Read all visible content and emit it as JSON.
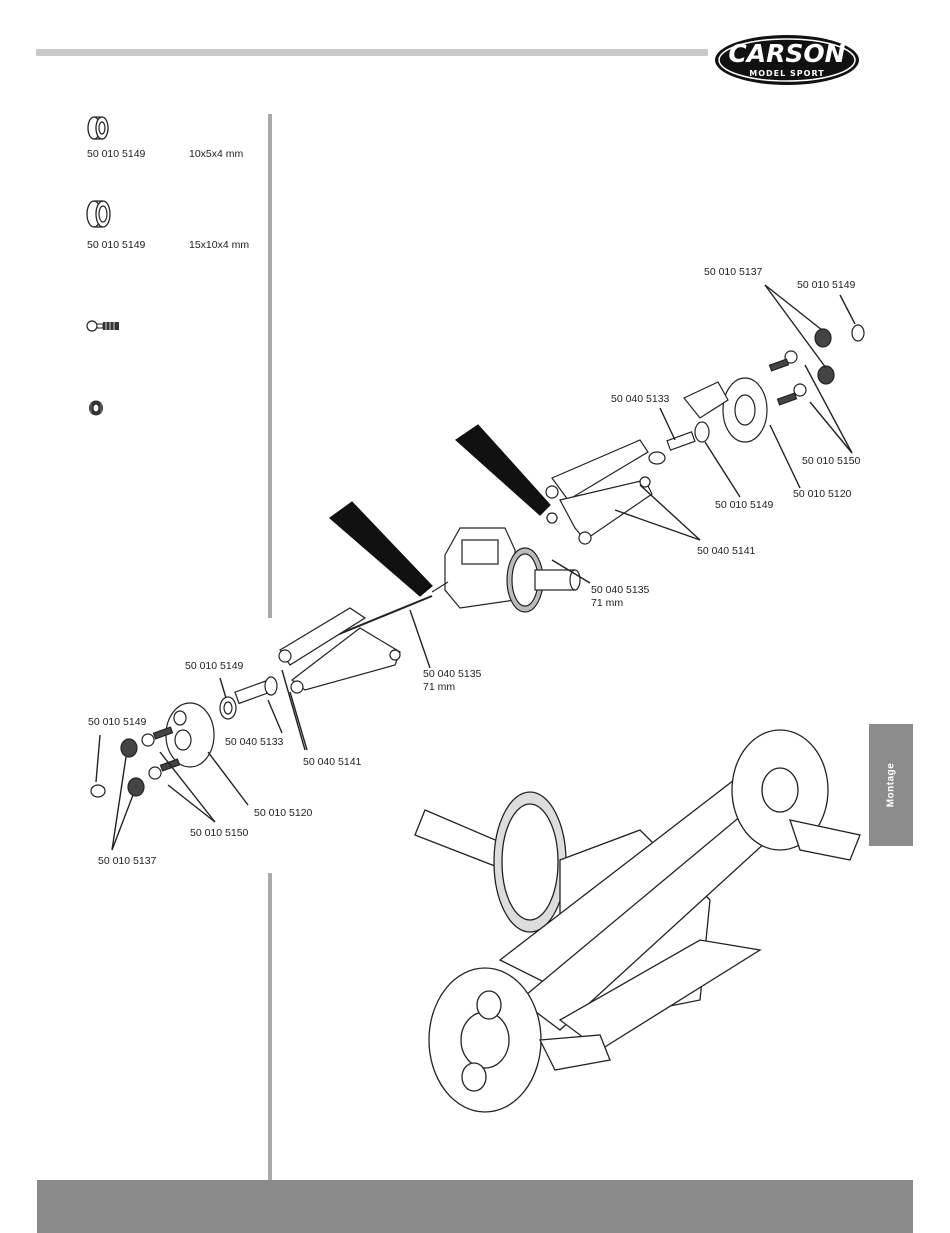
{
  "brand": {
    "name": "CARSON",
    "tagline": "MODEL SPORT"
  },
  "side_tab": "Montage",
  "parts_list": [
    {
      "number": "50 010 5149",
      "size": "10x5x4 mm",
      "icon": "small-bearing-icon"
    },
    {
      "number": "50 010 5149",
      "size": "15x10x4 mm",
      "icon": "large-bearing-icon"
    },
    {
      "icon": "ball-stud-icon"
    },
    {
      "icon": "set-screw-icon"
    }
  ],
  "callouts": {
    "right_screw": "50 010 5137",
    "right_bearing": "50 010 5149",
    "right_hub_pin": "50 040 5133",
    "right_ball_studs": "50 010 5150",
    "right_bearing_lower": "50 010 5149",
    "right_hub_carrier": "50 010 5120",
    "right_arms": "50 040 5141",
    "right_driveshaft": "50 040 5135",
    "right_driveshaft_len": "71 mm",
    "left_driveshaft": "50 040 5135",
    "left_driveshaft_len": "71 mm",
    "left_bearing_top": "50 010 5149",
    "left_hub_pin": "50 040 5133",
    "left_arms": "50 040 5141",
    "left_bearing": "50 010 5149",
    "left_hub_carrier": "50 010 5120",
    "left_ball_studs": "50 010 5150",
    "left_screw": "50 010 5137"
  }
}
